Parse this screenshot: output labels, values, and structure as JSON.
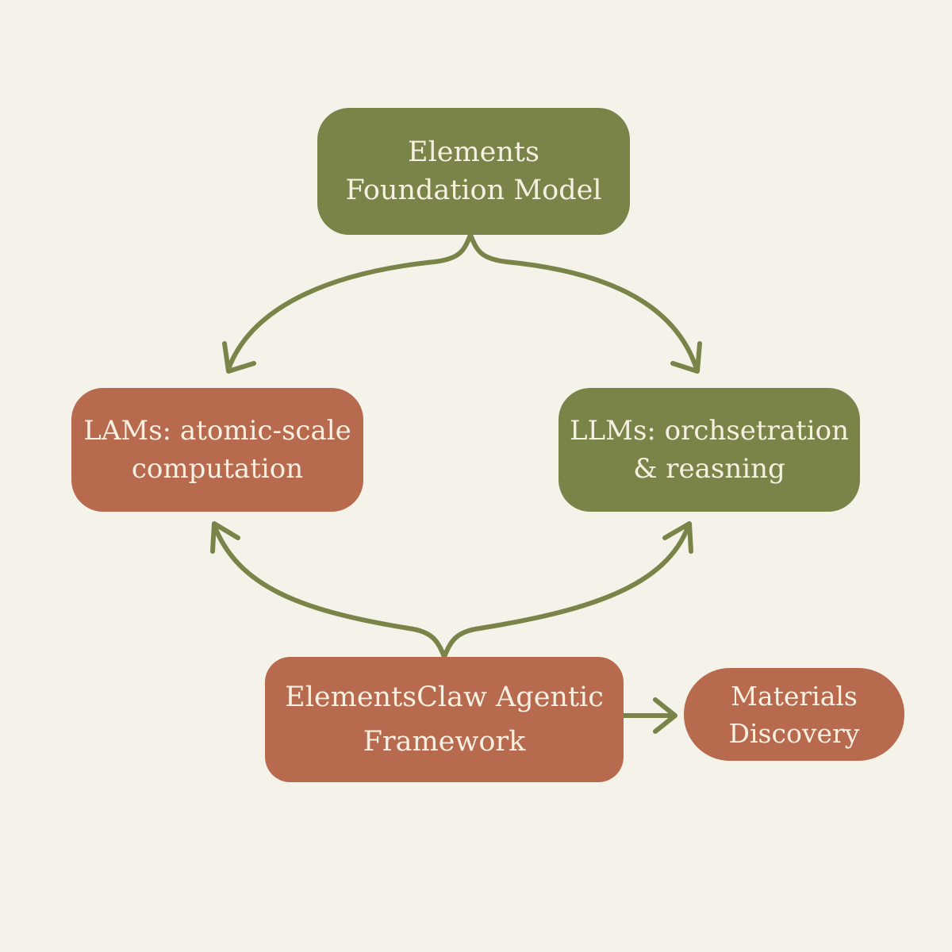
{
  "colors": {
    "background": "#f4f2e9",
    "green": "#7a8449",
    "rust": "#b86a4e",
    "text": "#f6f0e2",
    "arrow": "#7a8449"
  },
  "nodes": {
    "foundation": {
      "line1": "Elements",
      "line2": "Foundation Model",
      "color": "green"
    },
    "lams": {
      "line1": "LAMs: atomic-scale",
      "line2": "computation",
      "color": "rust"
    },
    "llms": {
      "line1": "LLMs: orchsetration",
      "line2": "& reasning",
      "color": "green"
    },
    "claw": {
      "line1": "ElementsClaw Agentic",
      "line2": "Framework",
      "color": "rust"
    },
    "materials": {
      "line1": "Materials",
      "line2": "Discovery",
      "color": "rust"
    }
  },
  "edges": [
    {
      "from": "foundation",
      "to": "lams"
    },
    {
      "from": "foundation",
      "to": "llms"
    },
    {
      "from": "claw",
      "to": "lams"
    },
    {
      "from": "claw",
      "to": "llms"
    },
    {
      "from": "claw",
      "to": "materials"
    }
  ]
}
